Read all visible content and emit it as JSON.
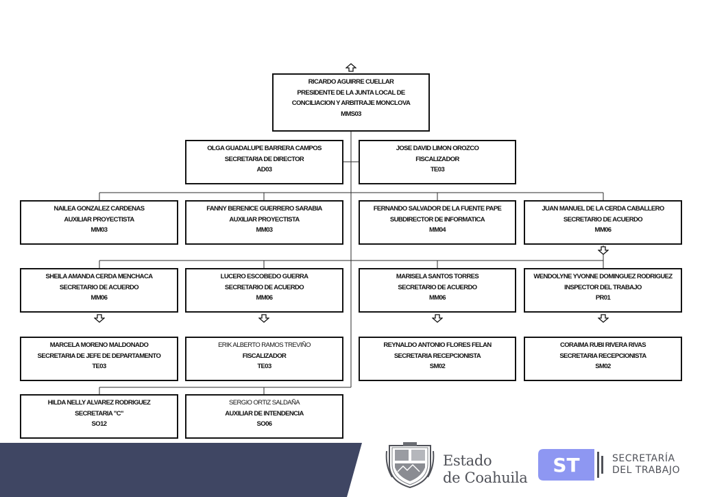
{
  "root": {
    "lines": [
      "RICARDO AGUIRRE CUELLAR",
      "PRESIDENTE DE LA JUNTA LOCAL DE",
      "CONCILIACION Y ARBITRAJE MONCLOVA",
      "MMS03"
    ]
  },
  "staff": [
    {
      "lines": [
        "OLGA GUADALUPE BARRERA CAMPOS",
        "SECRETARIA DE DIRECTOR",
        "AD03"
      ]
    },
    {
      "lines": [
        "JOSE DAVID LIMON OROZCO",
        "FISCALIZADOR",
        "TE03"
      ]
    }
  ],
  "row1": [
    {
      "lines": [
        "NAILEA GONZALEZ CARDENAS",
        "AUXILIAR PROYECTISTA",
        "MM03"
      ]
    },
    {
      "lines": [
        "FANNY BERENICE GUERRERO SARABIA",
        "AUXILIAR PROYECTISTA",
        "MM03"
      ]
    },
    {
      "lines": [
        "FERNANDO SALVADOR DE LA FUENTE PAPE",
        "SUBDIRECTOR DE INFORMATICA",
        "MM04"
      ]
    },
    {
      "lines": [
        "JUAN MANUEL DE LA CERDA CABALLERO",
        "SECRETARIO DE ACUERDO",
        "MM06"
      ]
    }
  ],
  "row2": [
    {
      "lines": [
        "SHEILA AMANDA CERDA MENCHACA",
        "SECRETARIO DE ACUERDO",
        "MM06"
      ]
    },
    {
      "lines": [
        "LUCERO ESCOBEDO GUERRA",
        "SECRETARIO DE ACUERDO",
        "MM06"
      ]
    },
    {
      "lines": [
        "MARISELA SANTOS TORRES",
        "SECRETARIO DE ACUERDO",
        "MM06"
      ]
    },
    {
      "lines": [
        "WENDOLYNE YVONNE DOMINGUEZ RODRIGUEZ",
        "INSPECTOR DEL TRABAJO",
        "PR01"
      ]
    }
  ],
  "row3": [
    {
      "lines": [
        "MARCELA MORENO MALDONADO",
        "SECRETARIA DE JEFE DE DEPARTAMENTO",
        "TE03"
      ]
    },
    {
      "lines": [
        "ERIK ALBERTO RAMOS TREVIÑO",
        "FISCALIZADOR",
        "TE03"
      ]
    },
    {
      "lines": [
        "REYNALDO ANTONIO FLORES FELAN",
        "SECRETARIA RECEPCIONISTA",
        "SM02"
      ]
    },
    {
      "lines": [
        "CORAIMA RUBI RIVERA RIVAS",
        "SECRETARIA RECEPCIONISTA",
        "SM02"
      ]
    }
  ],
  "row4": [
    {
      "lines": [
        "HILDA NELLY ALVAREZ RODRIGUEZ",
        "SECRETARIA \"C\"",
        "SO12"
      ]
    },
    {
      "lines": [
        "SERGIO ORTIZ SALDAÑA",
        "AUXILIAR DE INTENDENCIA",
        "SO06"
      ]
    }
  ],
  "footer": {
    "state_line1": "Estado",
    "state_line2": "de Coahuila",
    "st_badge": "ST",
    "st_line1": "SECRETARÍA",
    "st_line2": "DEL TRABAJO"
  },
  "colors": {
    "band": "#3f4663",
    "st_blue": "#8e97f2",
    "logo_gray": "#4f5158"
  },
  "icons": [
    "up-arrow-icon",
    "down-arrow-icon",
    "coahuila-shield-icon"
  ]
}
